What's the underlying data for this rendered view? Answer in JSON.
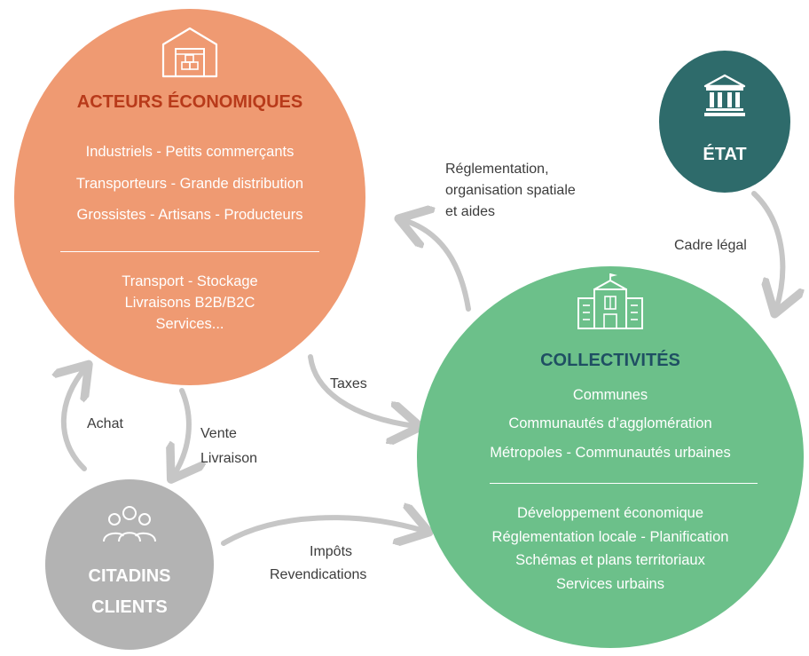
{
  "colors": {
    "acteurs": "#ef9a72",
    "acteurs_title": "#b83a1a",
    "etat": "#2e6b6b",
    "collectivites": "#6cc08a",
    "collectivites_title": "#1f4f63",
    "citadins": "#b3b3b3",
    "arrow": "#c6c6c6",
    "text_dark": "#3c3c3c"
  },
  "acteurs": {
    "icon": "warehouse-icon",
    "title": "ACTEURS ÉCONOMIQUES",
    "lines": [
      "Industriels - Petits commerçants",
      "Transporteurs - Grande distribution",
      "Grossistes - Artisans - Producteurs"
    ],
    "activities": [
      "Transport - Stockage",
      "Livraisons B2B/B2C",
      "Services..."
    ]
  },
  "etat": {
    "icon": "government-building-icon",
    "title": "ÉTAT"
  },
  "collectivites": {
    "icon": "city-hall-icon",
    "title": "COLLECTIVITÉS",
    "lines": [
      "Communes",
      "Communautés d’agglomération",
      "Métropoles - Communautés urbaines"
    ],
    "activities": [
      "Développement économique",
      "Réglementation locale - Planification",
      "Schémas et plans territoriaux",
      "Services urbains"
    ]
  },
  "citadins": {
    "icon": "people-group-icon",
    "title_line1": "CITADINS",
    "title_line2": "CLIENTS"
  },
  "labels": {
    "reglementation": [
      "Réglementation,",
      "organisation spatiale",
      "et aides"
    ],
    "cadre": "Cadre légal",
    "taxes": "Taxes",
    "achat": "Achat",
    "vente": [
      "Vente",
      "Livraison"
    ],
    "impots": [
      "Impôts",
      "Revendications"
    ]
  }
}
